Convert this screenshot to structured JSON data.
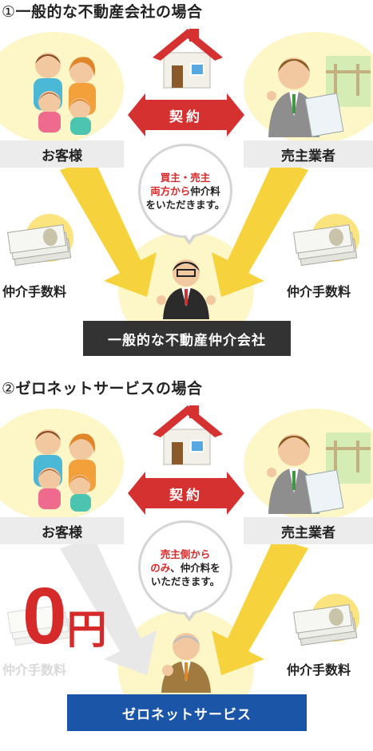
{
  "section1": {
    "heading_num": "①",
    "heading": "一般的な不動産会社の場合",
    "customer_label": "お客様",
    "seller_label": "売主業者",
    "contract_label": "契約",
    "bubble_line1": "買主・売主",
    "bubble_line2_red": "両方から",
    "bubble_line2_rest": "仲介料",
    "bubble_line3": "をいただきます。",
    "left_fee": "仲介手数料",
    "right_fee": "仲介手数料",
    "company": "一般的な不動産仲介会社"
  },
  "section2": {
    "heading_num": "②",
    "heading": "ゼロネットサービスの場合",
    "customer_label": "お客様",
    "seller_label": "売主業者",
    "contract_label": "契約",
    "bubble_line1_red": "売主側から",
    "bubble_line2_red": "のみ",
    "bubble_line2_rest": "、仲介料を",
    "bubble_line3": "いただきます。",
    "zero_amount": "0",
    "zero_unit": "円",
    "left_fee": "仲介手数料",
    "right_fee": "仲介手数料",
    "company": "ゼロネットサービス"
  },
  "colors": {
    "contract_red": "#d63131",
    "arrow_yellow": "#f6d33c",
    "arrow_grey": "#e8e8e8",
    "company1_bg": "#333333",
    "company2_bg": "#1b55a8",
    "blob_yellow": "#fdf6c6"
  },
  "icons": [
    "house-icon",
    "family-icon",
    "seller-man-icon",
    "money-stack-icon",
    "agent-man-icon",
    "zeronet-agent-icon"
  ]
}
